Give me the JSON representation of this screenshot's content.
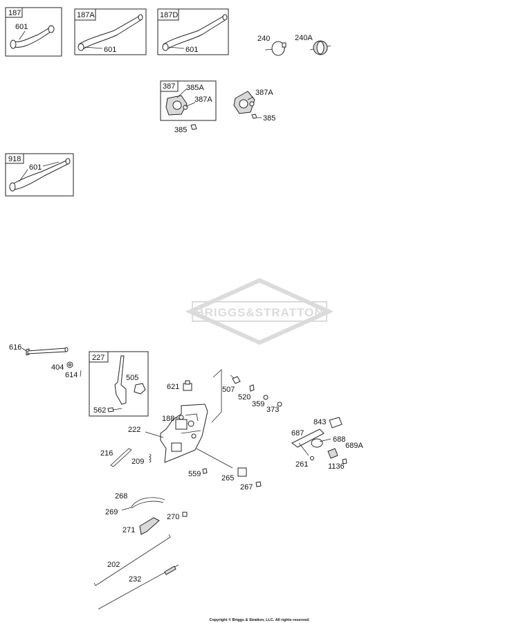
{
  "diagram": {
    "watermark": "BRIGGS&STRATTON",
    "copyright": "Copyright © Briggs & Stratton, LLC. All rights reserved.",
    "boxes": {
      "b187": "187",
      "b187A": "187A",
      "b187D": "187D",
      "b387": "387",
      "b918": "918",
      "b227": "227"
    },
    "labels": {
      "l601a": "601",
      "l601b": "601",
      "l601c": "601",
      "l601d": "601",
      "l240": "240",
      "l240A": "240A",
      "l385Aa": "385A",
      "l387Aa": "387A",
      "l385a": "385",
      "l387Ab": "387A",
      "l385b": "385",
      "l616": "616",
      "l404": "404",
      "l614": "614",
      "l505": "505",
      "l562": "562",
      "l621": "621",
      "l507": "507",
      "l520": "520",
      "l359": "359",
      "l373": "373",
      "l188": "188",
      "l222": "222",
      "l216": "216",
      "l209": "209",
      "l559": "559",
      "l265": "265",
      "l267": "267",
      "l843": "843",
      "l687": "687",
      "l688": "688",
      "l689A": "689A",
      "l261": "261",
      "l1136": "1136",
      "l268": "268",
      "l269": "269",
      "l270": "270",
      "l271": "271",
      "l202": "202",
      "l232": "232"
    }
  }
}
